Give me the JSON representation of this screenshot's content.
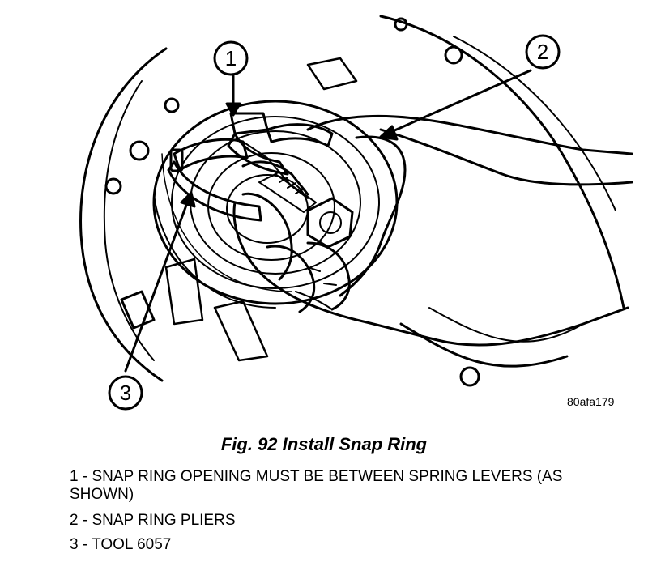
{
  "figure": {
    "callouts": [
      "1",
      "2",
      "3"
    ],
    "reference_id": "80afa179"
  },
  "caption": "Fig. 92 Install Snap Ring",
  "legend": [
    "1 - SNAP RING OPENING MUST BE BETWEEN SPRING LEVERS (AS SHOWN)",
    "2 - SNAP RING PLIERS",
    "3 - TOOL 6057"
  ]
}
